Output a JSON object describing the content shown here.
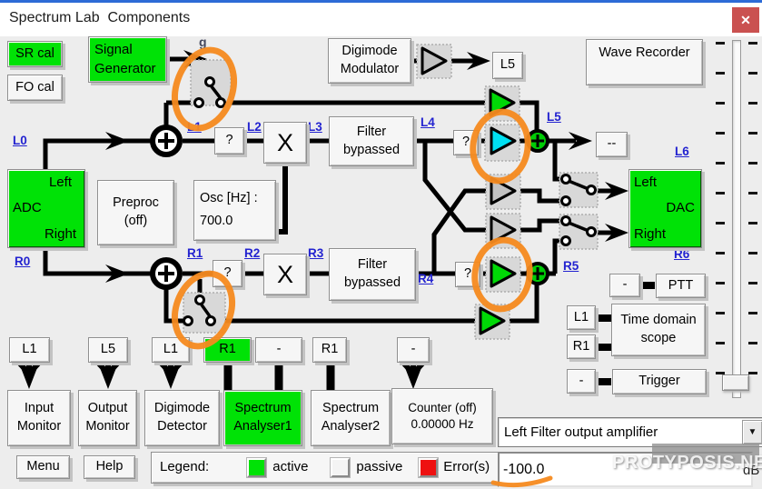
{
  "titlebar": {
    "title": "Spectrum Lab  Components",
    "close_glyph": "✕"
  },
  "calibration": {
    "sr_cal": "SR cal",
    "fo_cal": "FO cal"
  },
  "signal_generator": {
    "line1": "Signal",
    "line2": "Generator",
    "switch_label": "g"
  },
  "digimode_modulator": {
    "line1": "Digimode",
    "line2": "Modulator",
    "output_button": "L5"
  },
  "wave_recorder": {
    "label": "Wave Recorder"
  },
  "adc": {
    "top": "Left",
    "name": "ADC",
    "bottom": "Right"
  },
  "dac": {
    "top": "Left",
    "name": "DAC",
    "bottom": "Right"
  },
  "preproc": {
    "line1": "Preproc",
    "line2": "(off)"
  },
  "oscillator": {
    "line1": "Osc [Hz] :",
    "line2": "700.0"
  },
  "filter_top": {
    "line1": "Filter",
    "line2": "bypassed"
  },
  "filter_bottom": {
    "line1": "Filter",
    "line2": "bypassed"
  },
  "multiplier_label": "X",
  "query_label": "?",
  "mute_button": "--",
  "node_labels": {
    "l0": "L0",
    "l1": "L1",
    "l2": "L2",
    "l3": "L3",
    "l4": "L4",
    "l5": "L5",
    "l6": "L6",
    "r0": "R0",
    "r1": "R1",
    "r2": "R2",
    "r3": "R3",
    "r4": "R4",
    "r5": "R5",
    "r6": "R6"
  },
  "io_panel": {
    "ptt_source": "-",
    "ptt": "PTT",
    "scope_source_left": "L1",
    "scope_source_right": "R1",
    "scope_line1": "Time domain",
    "scope_line2": "scope",
    "trigger_source": "-",
    "trigger": "Trigger"
  },
  "monitor_row": {
    "sources": [
      "L1",
      "L5",
      "L1",
      "R1",
      "-",
      "R1",
      "-"
    ],
    "boxes": [
      {
        "line1": "Input",
        "line2": "Monitor"
      },
      {
        "line1": "Output",
        "line2": "Monitor"
      },
      {
        "line1": "Digimode",
        "line2": "Detector"
      },
      {
        "line1": "Spectrum",
        "line2": "Analyser1"
      },
      {
        "line1": "Spectrum",
        "line2": "Analyser2"
      },
      {
        "line1": "Counter (off)",
        "line2": "0.00000 Hz"
      }
    ]
  },
  "bottom_bar": {
    "menu": "Menu",
    "help": "Help",
    "legend_label": "Legend:",
    "legend_active": "active",
    "legend_passive": "passive",
    "legend_errors": "Error(s)"
  },
  "amplifier_panel": {
    "selected_option": "Left Filter output amplifier",
    "gain_value": "-100.0",
    "unit": "dB"
  },
  "watermark": "PROTYPOSIS.NET",
  "colors": {
    "active_green": "#00e206",
    "cyan_amp": "#00e0f2",
    "annotation_orange": "#f68b1f",
    "error_red": "#ee1111",
    "node_link_blue": "#2323d0",
    "close_button_red": "#ca5150",
    "titlebar_accent_blue": "#2d6bd6"
  }
}
